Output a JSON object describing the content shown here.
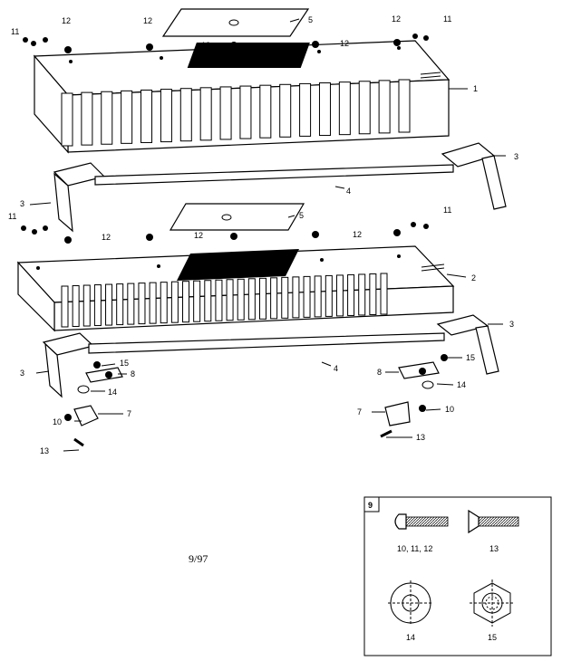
{
  "callouts": {
    "c1": "1",
    "c2": "2",
    "c3": "3",
    "c4": "4",
    "c5": "5",
    "c7": "7",
    "c8": "8",
    "c10": "10",
    "c11": "11",
    "c12": "12",
    "c13": "13",
    "c14": "14",
    "c15": "15"
  },
  "date_code": "9/97",
  "inset": {
    "box_number": "9",
    "screw_round_label": "10, 11, 12",
    "screw_flat_label": "13",
    "washer_label": "14",
    "nut_label": "15"
  }
}
